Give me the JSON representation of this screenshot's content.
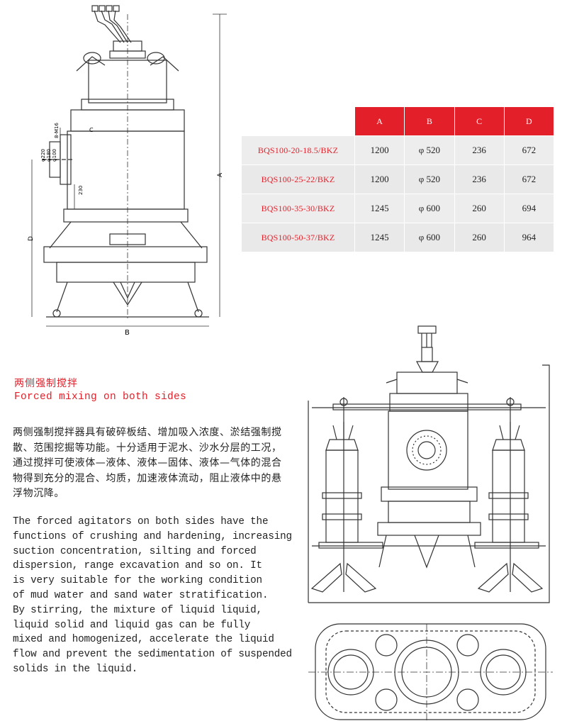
{
  "table": {
    "headers": [
      "",
      "A",
      "B",
      "C",
      "D"
    ],
    "rows": [
      {
        "model": "BQS100-20-18.5/BKZ",
        "a": "1200",
        "b": "φ 520",
        "c": "236",
        "d": "672"
      },
      {
        "model": "BQS100-25-22/BKZ",
        "a": "1200",
        "b": "φ 520",
        "c": "236",
        "d": "672"
      },
      {
        "model": "BQS100-35-30/BKZ",
        "a": "1245",
        "b": "φ 600",
        "c": "260",
        "d": "694"
      },
      {
        "model": "BQS100-50-37/BKZ",
        "a": "1245",
        "b": "φ 600",
        "c": "260",
        "d": "964"
      }
    ]
  },
  "section": {
    "title_cn": "两侧强制搅拌",
    "title_en": "Forced mixing on both sides",
    "body_cn": "两侧强制搅拌器具有破碎板结、增加吸入浓度、淤结强制搅散、范围挖掘等功能。十分适用于泥水、沙水分层的工况，通过搅拌可使液体—液体、液体—固体、液体—气体的混合物得到充分的混合、均质，加速液体流动，阻止液体中的悬浮物沉降。",
    "body_en": "The forced agitators on both sides have the\nfunctions of crushing and hardening, increasing\nsuction concentration, silting and forced\ndispersion, range excavation and so on. It\nis very suitable for the working condition\nof mud water and sand water stratification.\nBy stirring, the mixture of liquid liquid,\nliquid solid and liquid gas can be fully\nmixed and homogenized, accelerate the liquid\nflow and prevent the sedimentation of suspended\nsolids in the liquid."
  },
  "drawing_labels": {
    "dim_a": "A",
    "dim_b": "B",
    "dim_c": "C",
    "dim_d": "D",
    "bolt": "8-M16",
    "dia1": "φ220",
    "dia2": "φ180",
    "dia3": "φ100",
    "h230": "230"
  },
  "colors": {
    "accent_red": "#e3202a",
    "table_grey": "#e9e9e9",
    "line": "#333333"
  }
}
